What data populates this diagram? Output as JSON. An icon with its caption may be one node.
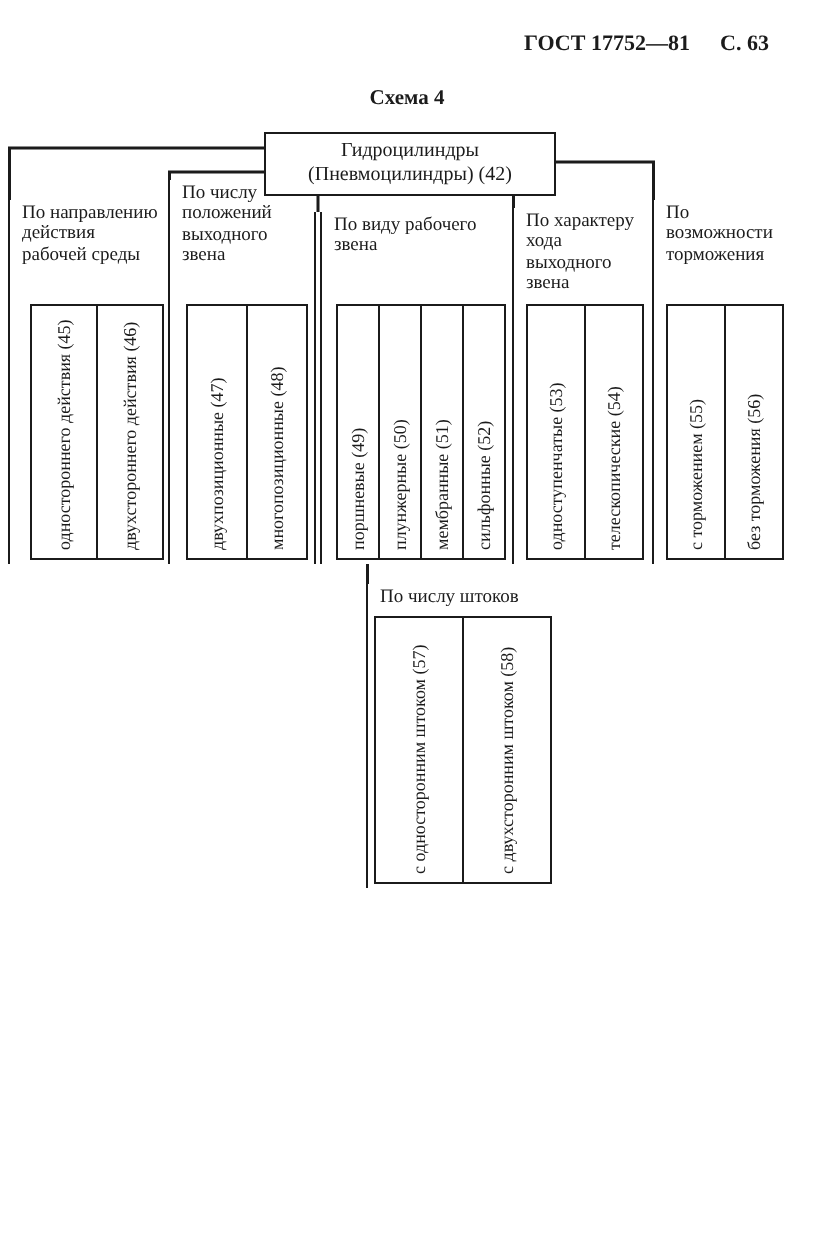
{
  "diagram": {
    "title": "Схема 4",
    "nodes": [
      {
        "text": [
          "Гидроцилиндры (Пневмоцилиндры) (42)"
        ]
      },
      {
        "text": [
          "По направлению действия рабочей среды"
        ]
      },
      {
        "text": [
          "одностороннего действия (45)"
        ],
        "in": 1
      },
      {
        "text": [
          "двухстороннего действия (46)"
        ],
        "in": 1
      },
      {
        "text": [
          "По числу положений выходного звена"
        ]
      },
      {
        "text": [
          "двухпозиционные (47)"
        ],
        "in": 4
      },
      {
        "text": [
          "многопозиционные (48)"
        ],
        "in": 4
      },
      {
        "text": [
          "По виду рабочего звена"
        ]
      },
      {
        "text": [
          "поршневые (49)"
        ],
        "in": 7
      },
      {
        "text": [
          "плунжерные (50)"
        ],
        "in": 7
      },
      {
        "text": [
          "мембранные (51)"
        ],
        "in": 7
      },
      {
        "text": [
          "сильфонные (52)"
        ],
        "in": 7
      },
      {
        "text": [
          "По характеру хода выходного звена"
        ]
      },
      {
        "text": [
          "одноступенчатые (53)"
        ],
        "in": 12
      },
      {
        "text": [
          "телескопические (54)"
        ],
        "in": 12
      },
      {
        "text": [
          "По возможности торможения"
        ]
      },
      {
        "text": [
          "с торможением (55)"
        ],
        "in": 15
      },
      {
        "text": [
          "без торможения (56)"
        ],
        "in": 15
      },
      {
        "text": [
          "По числу штоков"
        ]
      },
      {
        "text": [
          "с односторонним штоком (57)"
        ],
        "in": 18
      },
      {
        "text": [
          "с двухсторонним штоком (58)"
        ],
        "in": 18
      }
    ],
    "edges": [
      {
        "from": 0,
        "to": 1,
        "arrow": "none"
      },
      {
        "from": 0,
        "to": 4,
        "arrow": "none"
      },
      {
        "from": 0,
        "to": 7,
        "arrow": "none"
      },
      {
        "from": 0,
        "to": 12,
        "arrow": "none"
      },
      {
        "from": 0,
        "to": 15,
        "arrow": "none"
      },
      {
        "from": 7,
        "to": 18,
        "arrow": "none"
      }
    ],
    "labels": [
      "ГОСТ 17752—81",
      "С. 63"
    ]
  }
}
